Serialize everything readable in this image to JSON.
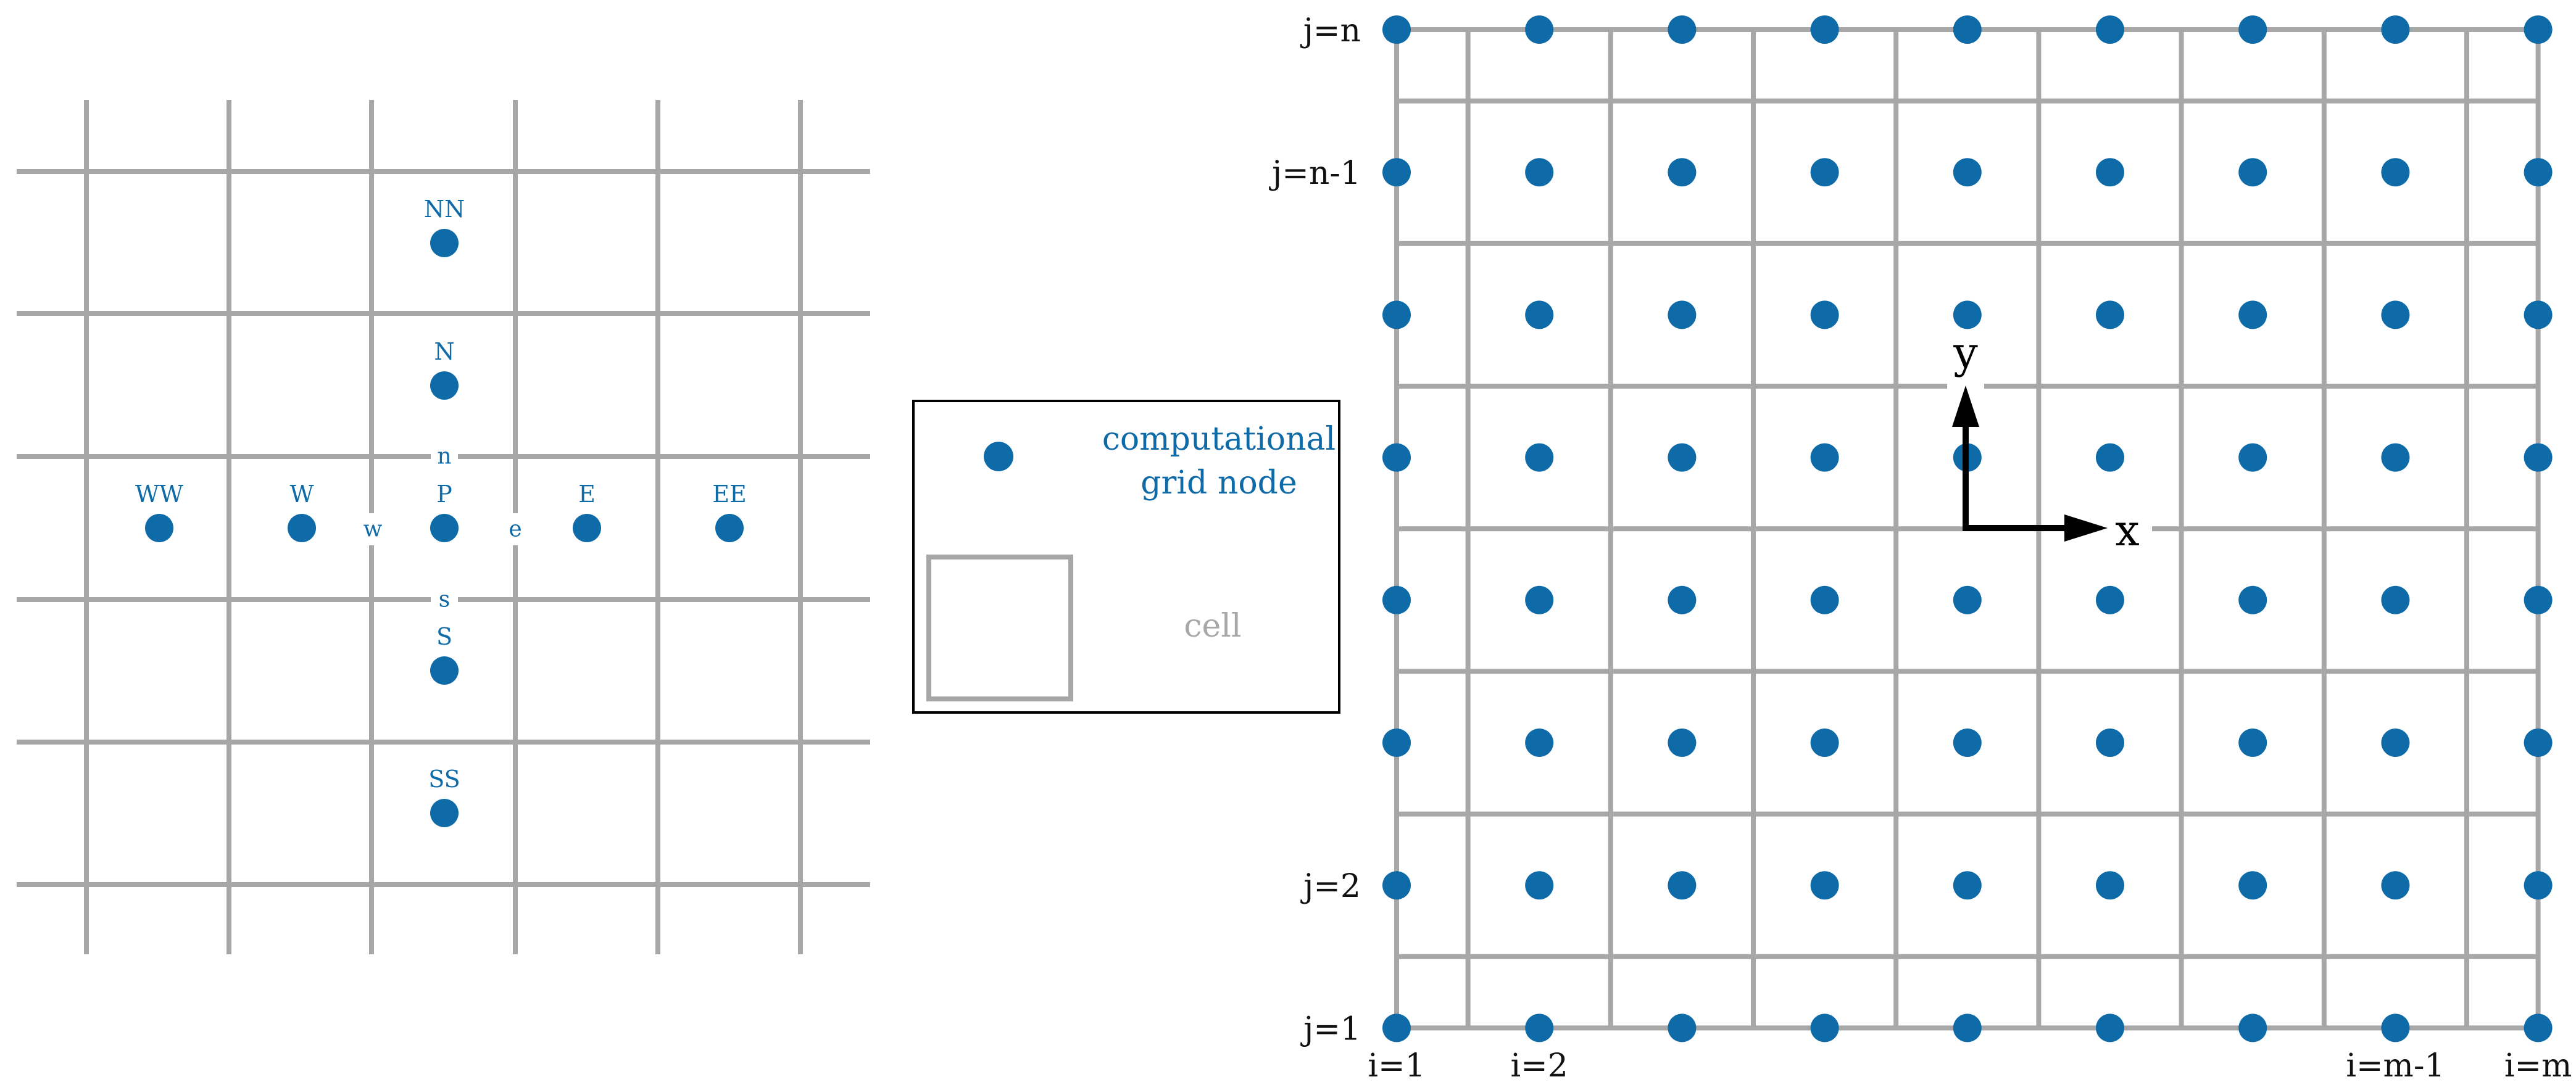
{
  "stencil": {
    "nodes": [
      {
        "id": "WW",
        "label": "WW",
        "col": -2,
        "row": 0
      },
      {
        "id": "W",
        "label": "W",
        "col": -1,
        "row": 0
      },
      {
        "id": "P",
        "label": "P",
        "col": 0,
        "row": 0
      },
      {
        "id": "E",
        "label": "E",
        "col": 1,
        "row": 0
      },
      {
        "id": "EE",
        "label": "EE",
        "col": 2,
        "row": 0
      },
      {
        "id": "NN",
        "label": "NN",
        "col": 0,
        "row": -2
      },
      {
        "id": "N",
        "label": "N",
        "col": 0,
        "row": -1
      },
      {
        "id": "S",
        "label": "S",
        "col": 0,
        "row": 1
      },
      {
        "id": "SS",
        "label": "SS",
        "col": 0,
        "row": 2
      }
    ],
    "faces": [
      {
        "id": "n",
        "label": "n"
      },
      {
        "id": "s",
        "label": "s"
      },
      {
        "id": "w",
        "label": "w"
      },
      {
        "id": "e",
        "label": "e"
      }
    ]
  },
  "legend": {
    "node_text_line1": "computational",
    "node_text_line2": "grid node",
    "cell_text": "cell"
  },
  "grid": {
    "columns": 9,
    "rows": 8,
    "row_labels": [
      {
        "row": 0,
        "text": "j=n"
      },
      {
        "row": 1,
        "text": "j=n-1"
      },
      {
        "row": 6,
        "text": "j=2"
      },
      {
        "row": 7,
        "text": "j=1"
      }
    ],
    "col_labels": [
      {
        "col": 0,
        "text": "i=1"
      },
      {
        "col": 1,
        "text": "i=2"
      },
      {
        "col": 7,
        "text": "i=m-1"
      },
      {
        "col": 8,
        "text": "i=m"
      }
    ],
    "axes": {
      "x_label": "x",
      "y_label": "y"
    }
  },
  "colors": {
    "node": "#0e6ba8",
    "grid_line": "#a7a7a7",
    "text": "#111111"
  }
}
